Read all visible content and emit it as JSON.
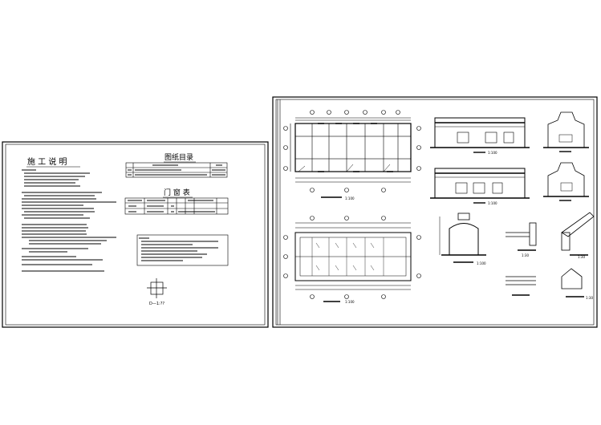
{
  "sheet1": {
    "notes_title": "施 工 说 明",
    "drawing_index_title": "图纸目录",
    "door_window_title": "门 窗 表",
    "detail_label": "D—1:??"
  },
  "sheet2": {
    "scale_labels": [
      "1:100",
      "1:100",
      "1:100",
      "1:100",
      "1:100",
      "1:30",
      "1:30",
      "1:30"
    ]
  }
}
